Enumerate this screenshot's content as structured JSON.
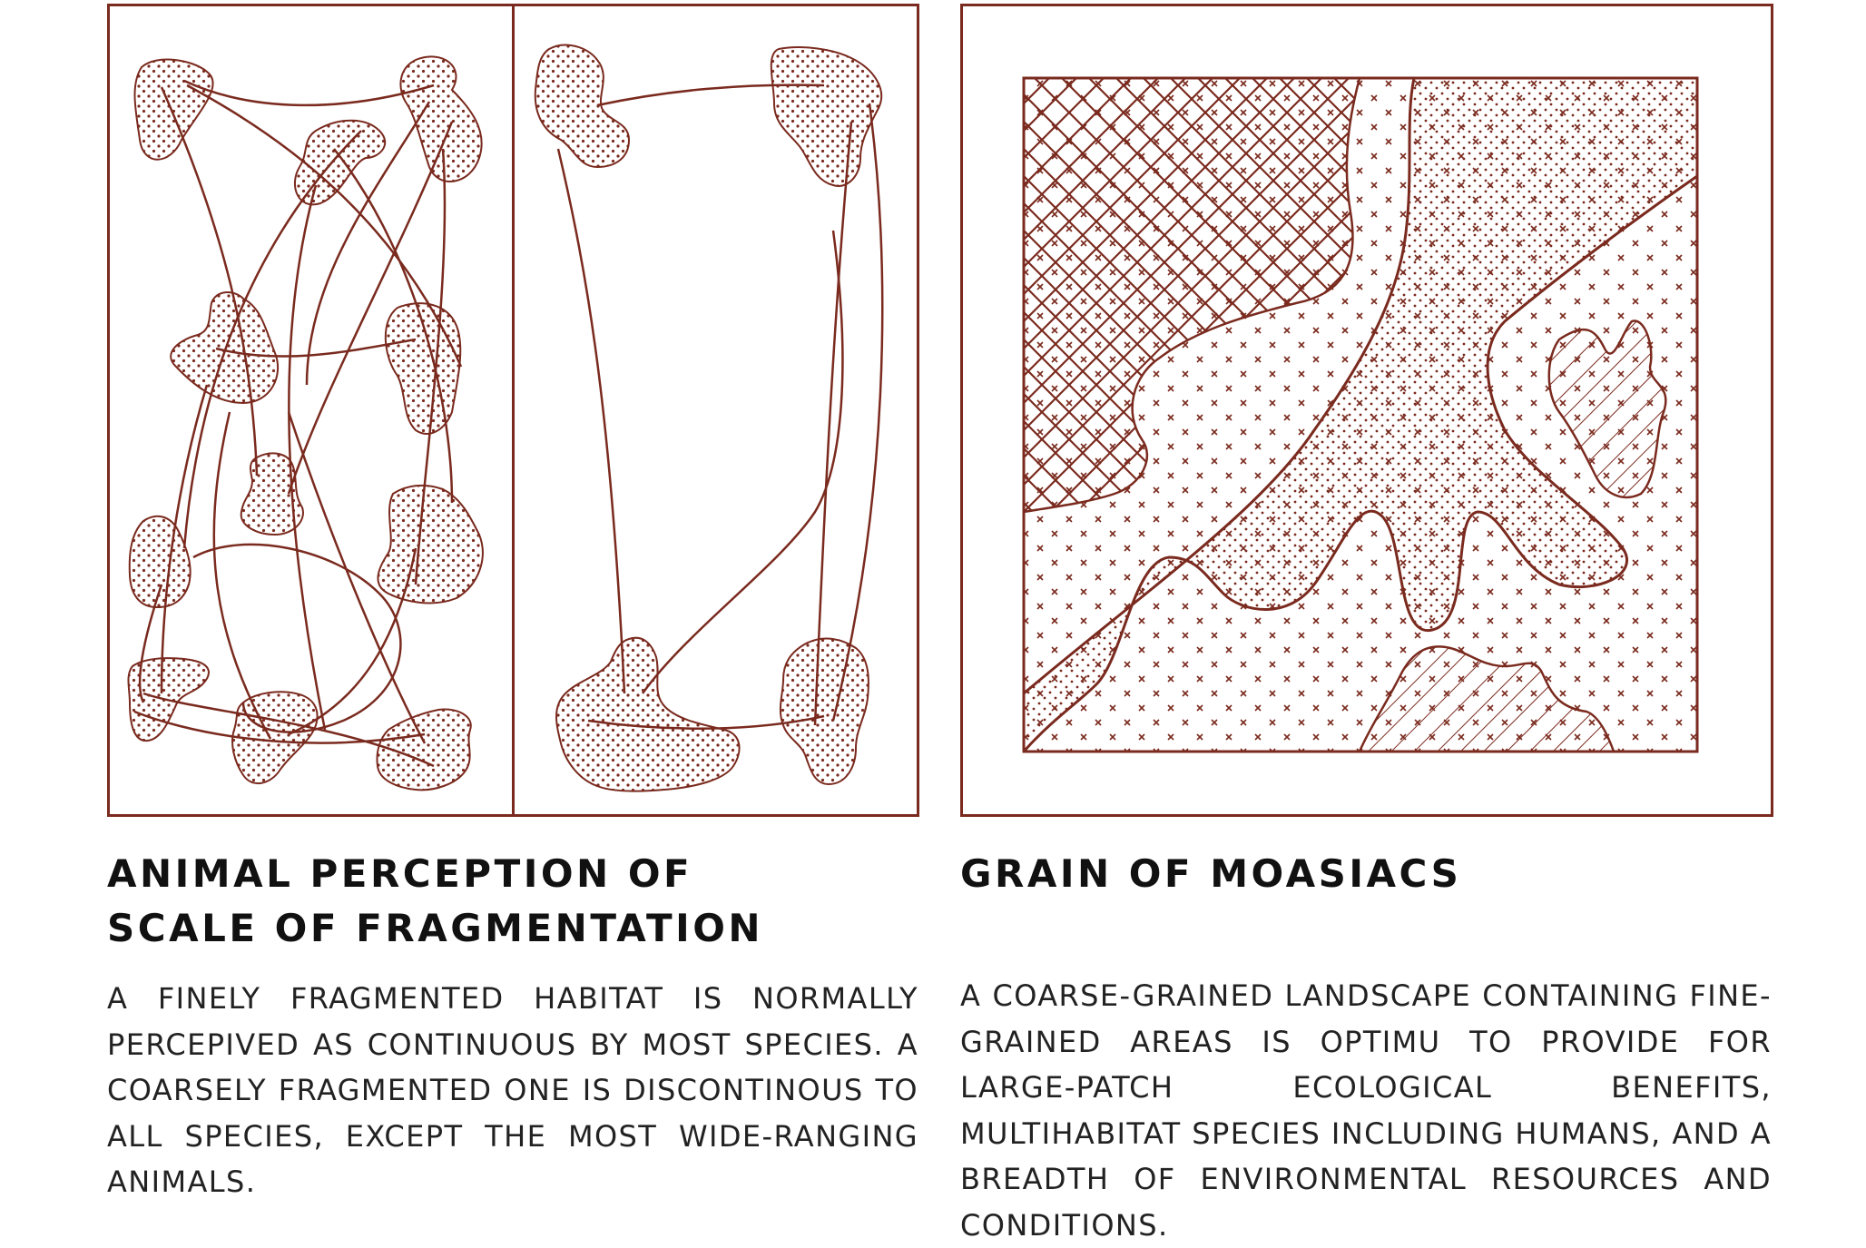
{
  "left_panel": {
    "title_lines": [
      "ANIMAL PERCEPTION OF",
      "SCALE OF FRAGMENTATION"
    ],
    "body": "A FINELY FRAGMENTED HABITAT IS NORMALLY PERCEPIVED AS CONTINUOUS BY MOST SPECIES. A COARSELY FRAGMENTED ONE IS DISCONTINOUS TO ALL SPECIES, EXCEPT THE MOST WIDE-RANGING ANIMALS."
  },
  "right_panel": {
    "title": "GRAIN OF MOASIACS",
    "body": "A COARSE-GRAINED LANDSCAPE CONTAINING FINE-GRAINED AREAS IS OPTIMU TO PROVIDE FOR LARGE-PATCH ECOLOGICAL BENEFITS, MULTIHABITAT SPECIES INCLUDING HUMANS, AND A BREADTH OF ENVIRONMENTAL RESOURCES AND CONDITIONS."
  },
  "colors": {
    "stroke": "#7a2a1e",
    "text": "#111111"
  }
}
